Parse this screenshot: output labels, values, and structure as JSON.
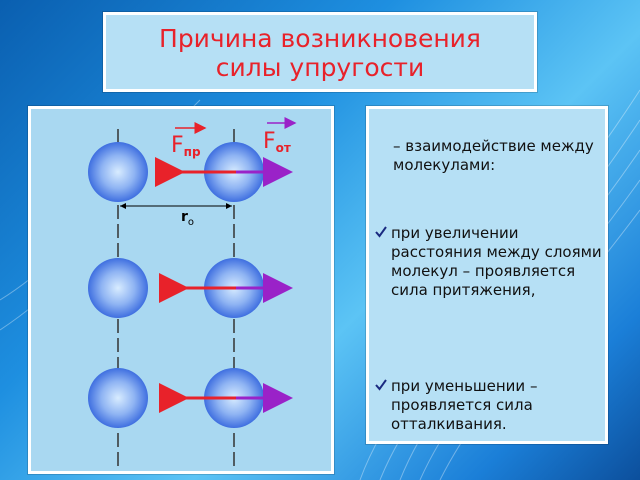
{
  "title": {
    "line1": "Причина возникновения",
    "line2": "силы упругости"
  },
  "diagram": {
    "f_pr_label": "F",
    "f_pr_sub": "пр",
    "f_ot_label": "F",
    "f_ot_sub": "от",
    "r0_label": "r",
    "r0_sub": "о",
    "colors": {
      "attraction_arrow": "#e8222a",
      "repulsion_arrow": "#9a22c8",
      "molecule": "#4f7fe6"
    }
  },
  "text_panel": {
    "intro": "– взаимодействие между молекулами:",
    "bullets": [
      "при увеличении расстояния между слоями молекул – проявляется сила притяжения,",
      "при уменьшении – проявляется сила отталкивания."
    ]
  }
}
